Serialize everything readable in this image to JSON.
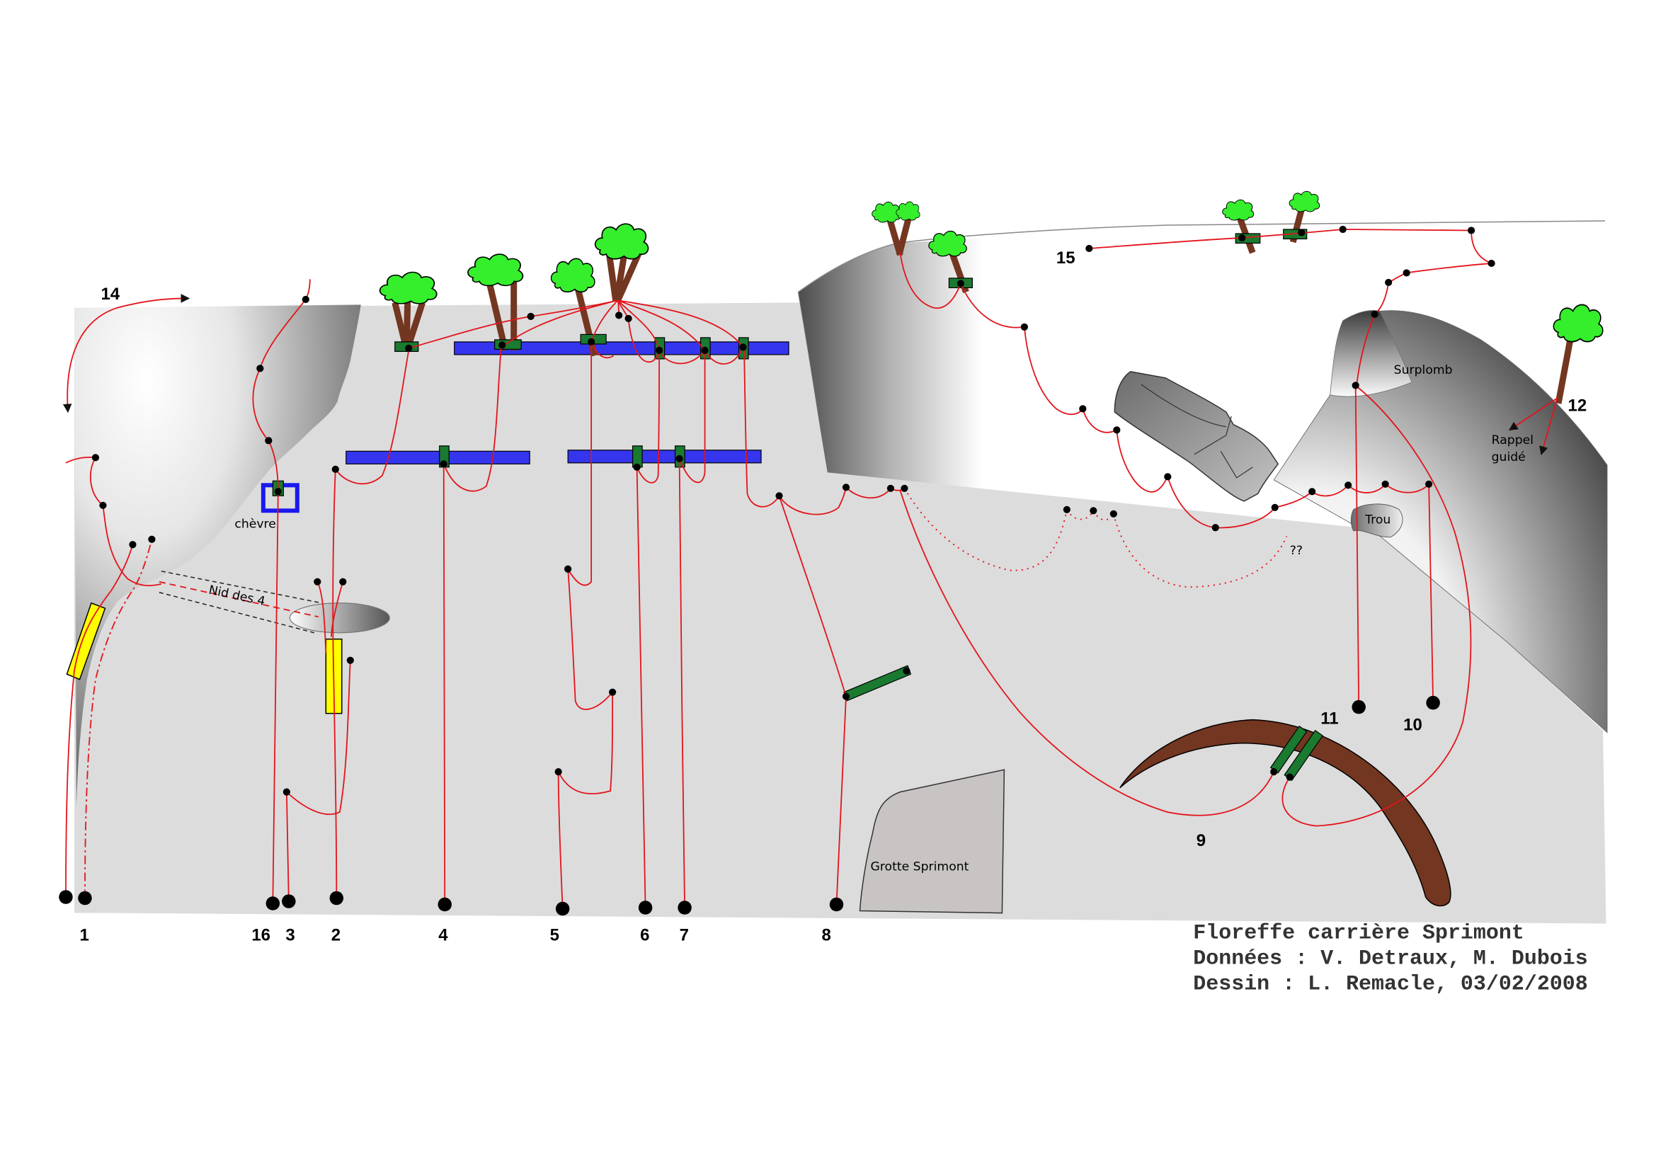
{
  "colors": {
    "route": "#e3141b",
    "anchor": "#1a7a30",
    "bar": "#3535ee",
    "marker": "#ffff00",
    "trunk": "#733621",
    "foliage": "#35ef2c",
    "wall": "#dcdcdc",
    "cave": "#c9c4c4"
  },
  "route_numbers": [
    "14",
    "15",
    "1",
    "16",
    "3",
    "2",
    "4",
    "5",
    "6",
    "7",
    "8",
    "9",
    "10",
    "11",
    "12"
  ],
  "labels": {
    "chevre": "chèvre",
    "nid": "Nid des 4",
    "grotte": "Grotte Sprimont",
    "surplomb": "Surplomb",
    "rappel_1": "Rappel",
    "rappel_2": "guidé",
    "trou": "Trou",
    "unknown": "??"
  },
  "credits": {
    "title": "Floreffe carrière Sprimont",
    "data": "Données : V. Detraux, M. Dubois",
    "drawing": "Dessin : L. Remacle, 03/02/2008"
  }
}
